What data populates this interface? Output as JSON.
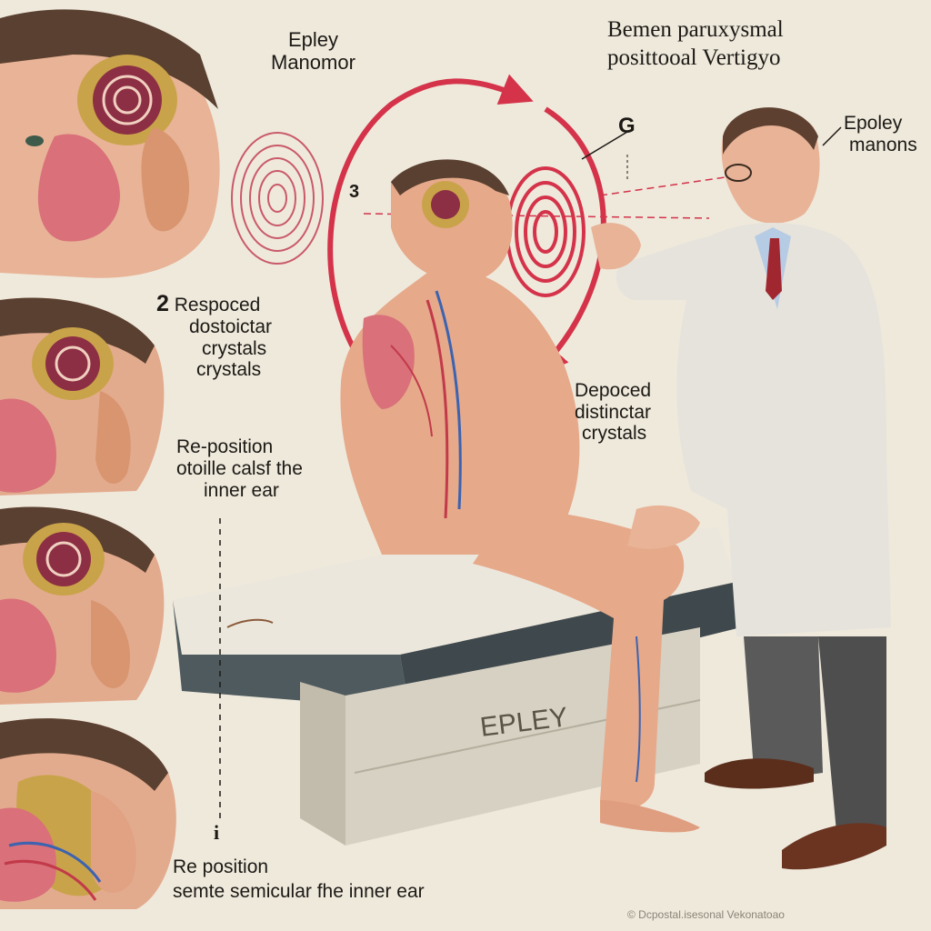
{
  "title": {
    "line1": "Bemen paruxysmal",
    "line2": "posittooal Vertigyo"
  },
  "top_left_label": {
    "line1": "Epley",
    "line2": "Manomor"
  },
  "right_label": {
    "line1": "Epoley",
    "line2": "manons"
  },
  "step_marker_g": "G",
  "step_marker_3": "3",
  "step_2": {
    "number": "2",
    "line1": "Respoced",
    "line2": "dostoictar",
    "line3": "crystals",
    "line4": "crystals"
  },
  "reposition_label": {
    "line1": "Re-position",
    "line2": "otoille calsf the",
    "line3": "inner ear"
  },
  "deposited_label": {
    "line1": "Depoced",
    "line2": "distinctar",
    "line3": "crystals"
  },
  "table_label": "EPLEY",
  "bottom_marker": "i",
  "bottom_label": {
    "line1": "Re position",
    "line2": "semte semicular fhe inner ear"
  },
  "footer_caption": "© Dcpostal.isesonal Vekonatoao",
  "colors": {
    "background": "#efe9dc",
    "arrow_red": "#d4334a",
    "skin": "#e6a98a",
    "muscle": "#d9707a",
    "coat": "#e6e3dc",
    "table_pad": "#4f5a5e",
    "table_base": "#d7d1c3"
  }
}
